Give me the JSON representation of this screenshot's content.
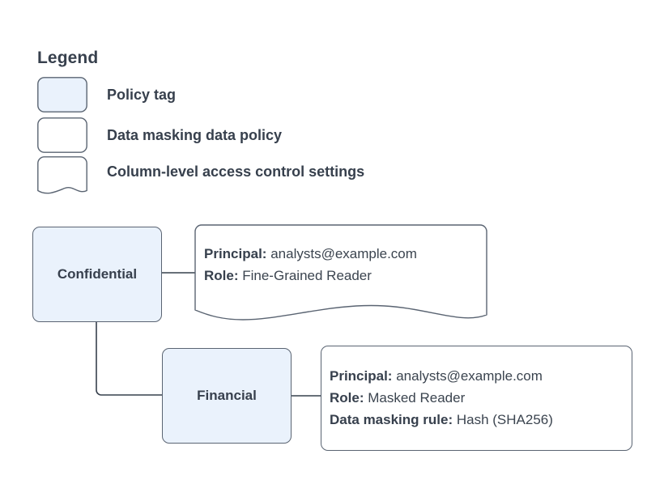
{
  "legend": {
    "title": "Legend",
    "items": [
      {
        "shape": "policy-tag-swatch",
        "label": "Policy tag"
      },
      {
        "shape": "data-policy-swatch",
        "label": "Data masking data policy"
      },
      {
        "shape": "access-control-swatch",
        "label": "Column-level access control settings"
      }
    ]
  },
  "diagram": {
    "nodes": [
      {
        "id": "confidential",
        "label": "Confidential"
      },
      {
        "id": "financial",
        "label": "Financial"
      }
    ],
    "callouts": [
      {
        "id": "confidential-settings",
        "shape": "column-level-access-control",
        "lines": [
          {
            "key": "Principal:",
            "value": "analysts@example.com"
          },
          {
            "key": "Role:",
            "value": "Fine-Grained Reader"
          }
        ]
      },
      {
        "id": "financial-policy",
        "shape": "data-masking-data-policy",
        "lines": [
          {
            "key": "Principal:",
            "value": "analysts@example.com"
          },
          {
            "key": "Role:",
            "value": "Masked Reader"
          },
          {
            "key": "Data masking rule:",
            "value": "Hash (SHA256)"
          }
        ]
      }
    ]
  },
  "colors": {
    "policy_tag_fill": "#eaf2fc",
    "shape_stroke": "#5a6472",
    "text": "#37404d",
    "canvas_background": "#ffffff"
  }
}
